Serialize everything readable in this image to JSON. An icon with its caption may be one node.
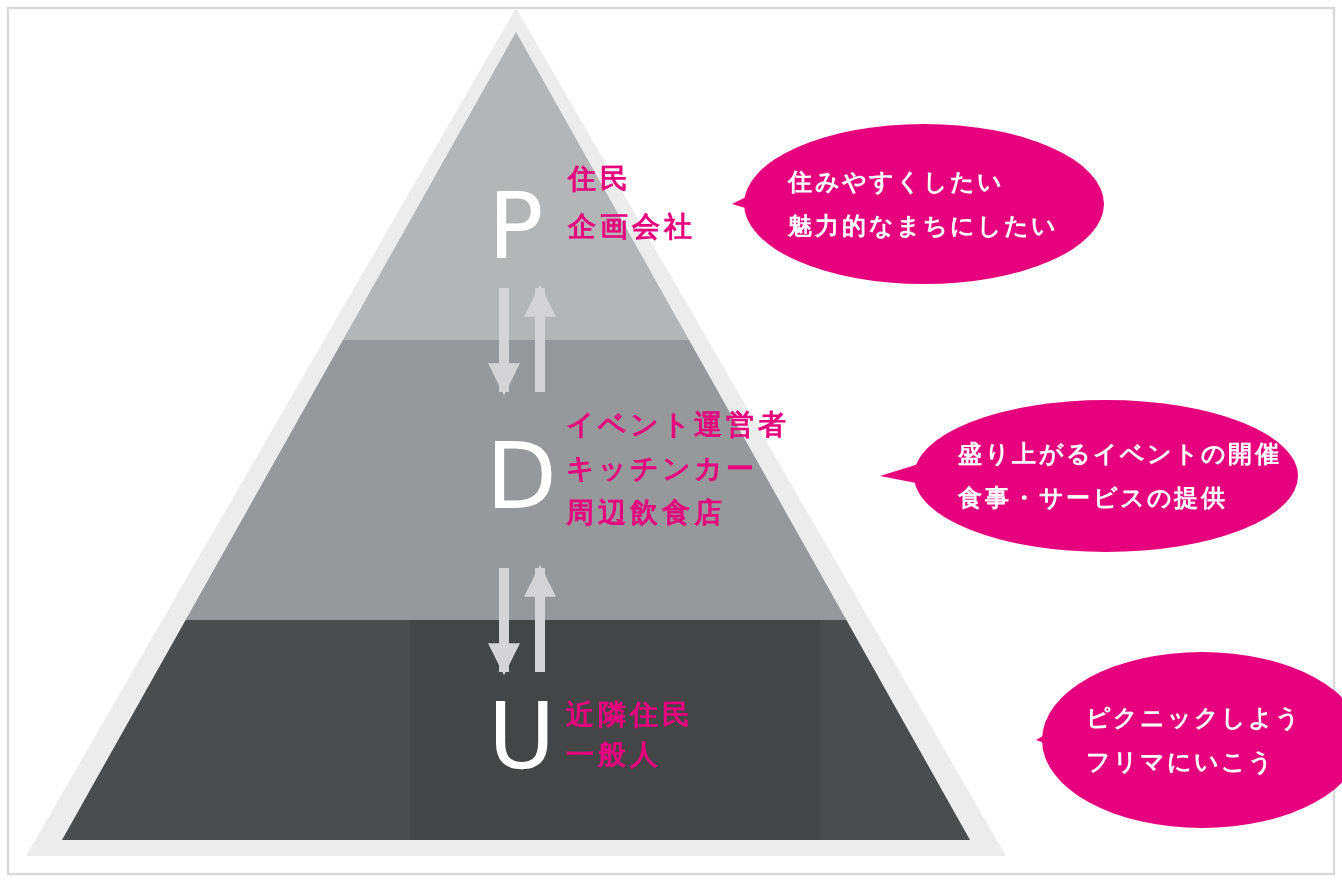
{
  "diagram": {
    "nodes": [
      {
        "text": [
          "P",
          "住民",
          "企画会社"
        ]
      },
      {
        "text": [
          "D",
          "イベント運営者",
          "キッチンカー",
          "周辺飲食店"
        ]
      },
      {
        "text": [
          "U",
          "近隣住民",
          "一般人"
        ]
      },
      {
        "text": [
          "住みやすくしたい",
          "魅力的なまちにしたい"
        ]
      },
      {
        "text": [
          "盛り上がるイベントの開催",
          "食事・サービスの提供"
        ]
      },
      {
        "text": [
          "ピクニックしよう",
          "フリマにいこう"
        ]
      }
    ],
    "edges": [
      {
        "from": 0,
        "to": 1,
        "arrow": "to"
      },
      {
        "from": 1,
        "to": 0,
        "arrow": "to"
      },
      {
        "from": 1,
        "to": 2,
        "arrow": "to"
      },
      {
        "from": 2,
        "to": 1,
        "arrow": "to"
      }
    ]
  }
}
